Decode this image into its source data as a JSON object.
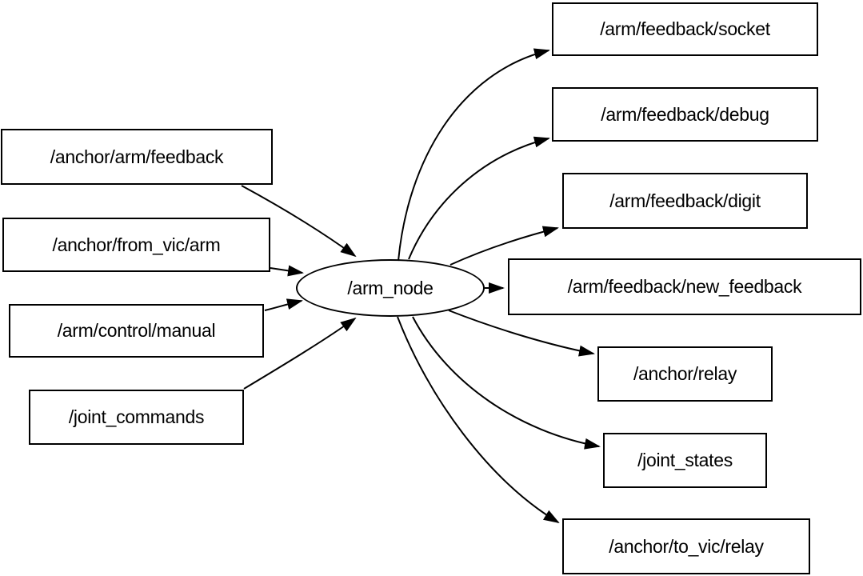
{
  "graph": {
    "node": {
      "label": "/arm_node",
      "shape": "ellipse"
    },
    "inputs": [
      {
        "label": "/anchor/arm/feedback"
      },
      {
        "label": "/anchor/from_vic/arm"
      },
      {
        "label": "/arm/control/manual"
      },
      {
        "label": "/joint_commands"
      }
    ],
    "outputs": [
      {
        "label": "/arm/feedback/socket"
      },
      {
        "label": "/arm/feedback/debug"
      },
      {
        "label": "/arm/feedback/digit"
      },
      {
        "label": "/arm/feedback/new_feedback"
      },
      {
        "label": "/anchor/relay"
      },
      {
        "label": "/joint_states"
      },
      {
        "label": "/anchor/to_vic/relay"
      }
    ],
    "edges": [
      {
        "from": "/anchor/arm/feedback",
        "to": "/arm_node"
      },
      {
        "from": "/anchor/from_vic/arm",
        "to": "/arm_node"
      },
      {
        "from": "/arm/control/manual",
        "to": "/arm_node"
      },
      {
        "from": "/joint_commands",
        "to": "/arm_node"
      },
      {
        "from": "/arm_node",
        "to": "/arm/feedback/socket"
      },
      {
        "from": "/arm_node",
        "to": "/arm/feedback/debug"
      },
      {
        "from": "/arm_node",
        "to": "/arm/feedback/digit"
      },
      {
        "from": "/arm_node",
        "to": "/arm/feedback/new_feedback"
      },
      {
        "from": "/arm_node",
        "to": "/anchor/relay"
      },
      {
        "from": "/arm_node",
        "to": "/joint_states"
      },
      {
        "from": "/arm_node",
        "to": "/anchor/to_vic/relay"
      }
    ],
    "colors": {
      "background": "#ffffff",
      "node_fill": "#ffffff",
      "node_border": "#000000",
      "edge": "#000000",
      "text": "#000000"
    }
  }
}
